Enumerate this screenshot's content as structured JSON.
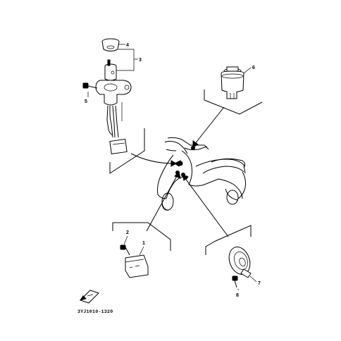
{
  "diagram": {
    "callouts": [
      "1",
      "2",
      "3",
      "4",
      "5",
      "6",
      "7",
      "8"
    ],
    "reference_code": "3YJ1010-1320"
  }
}
